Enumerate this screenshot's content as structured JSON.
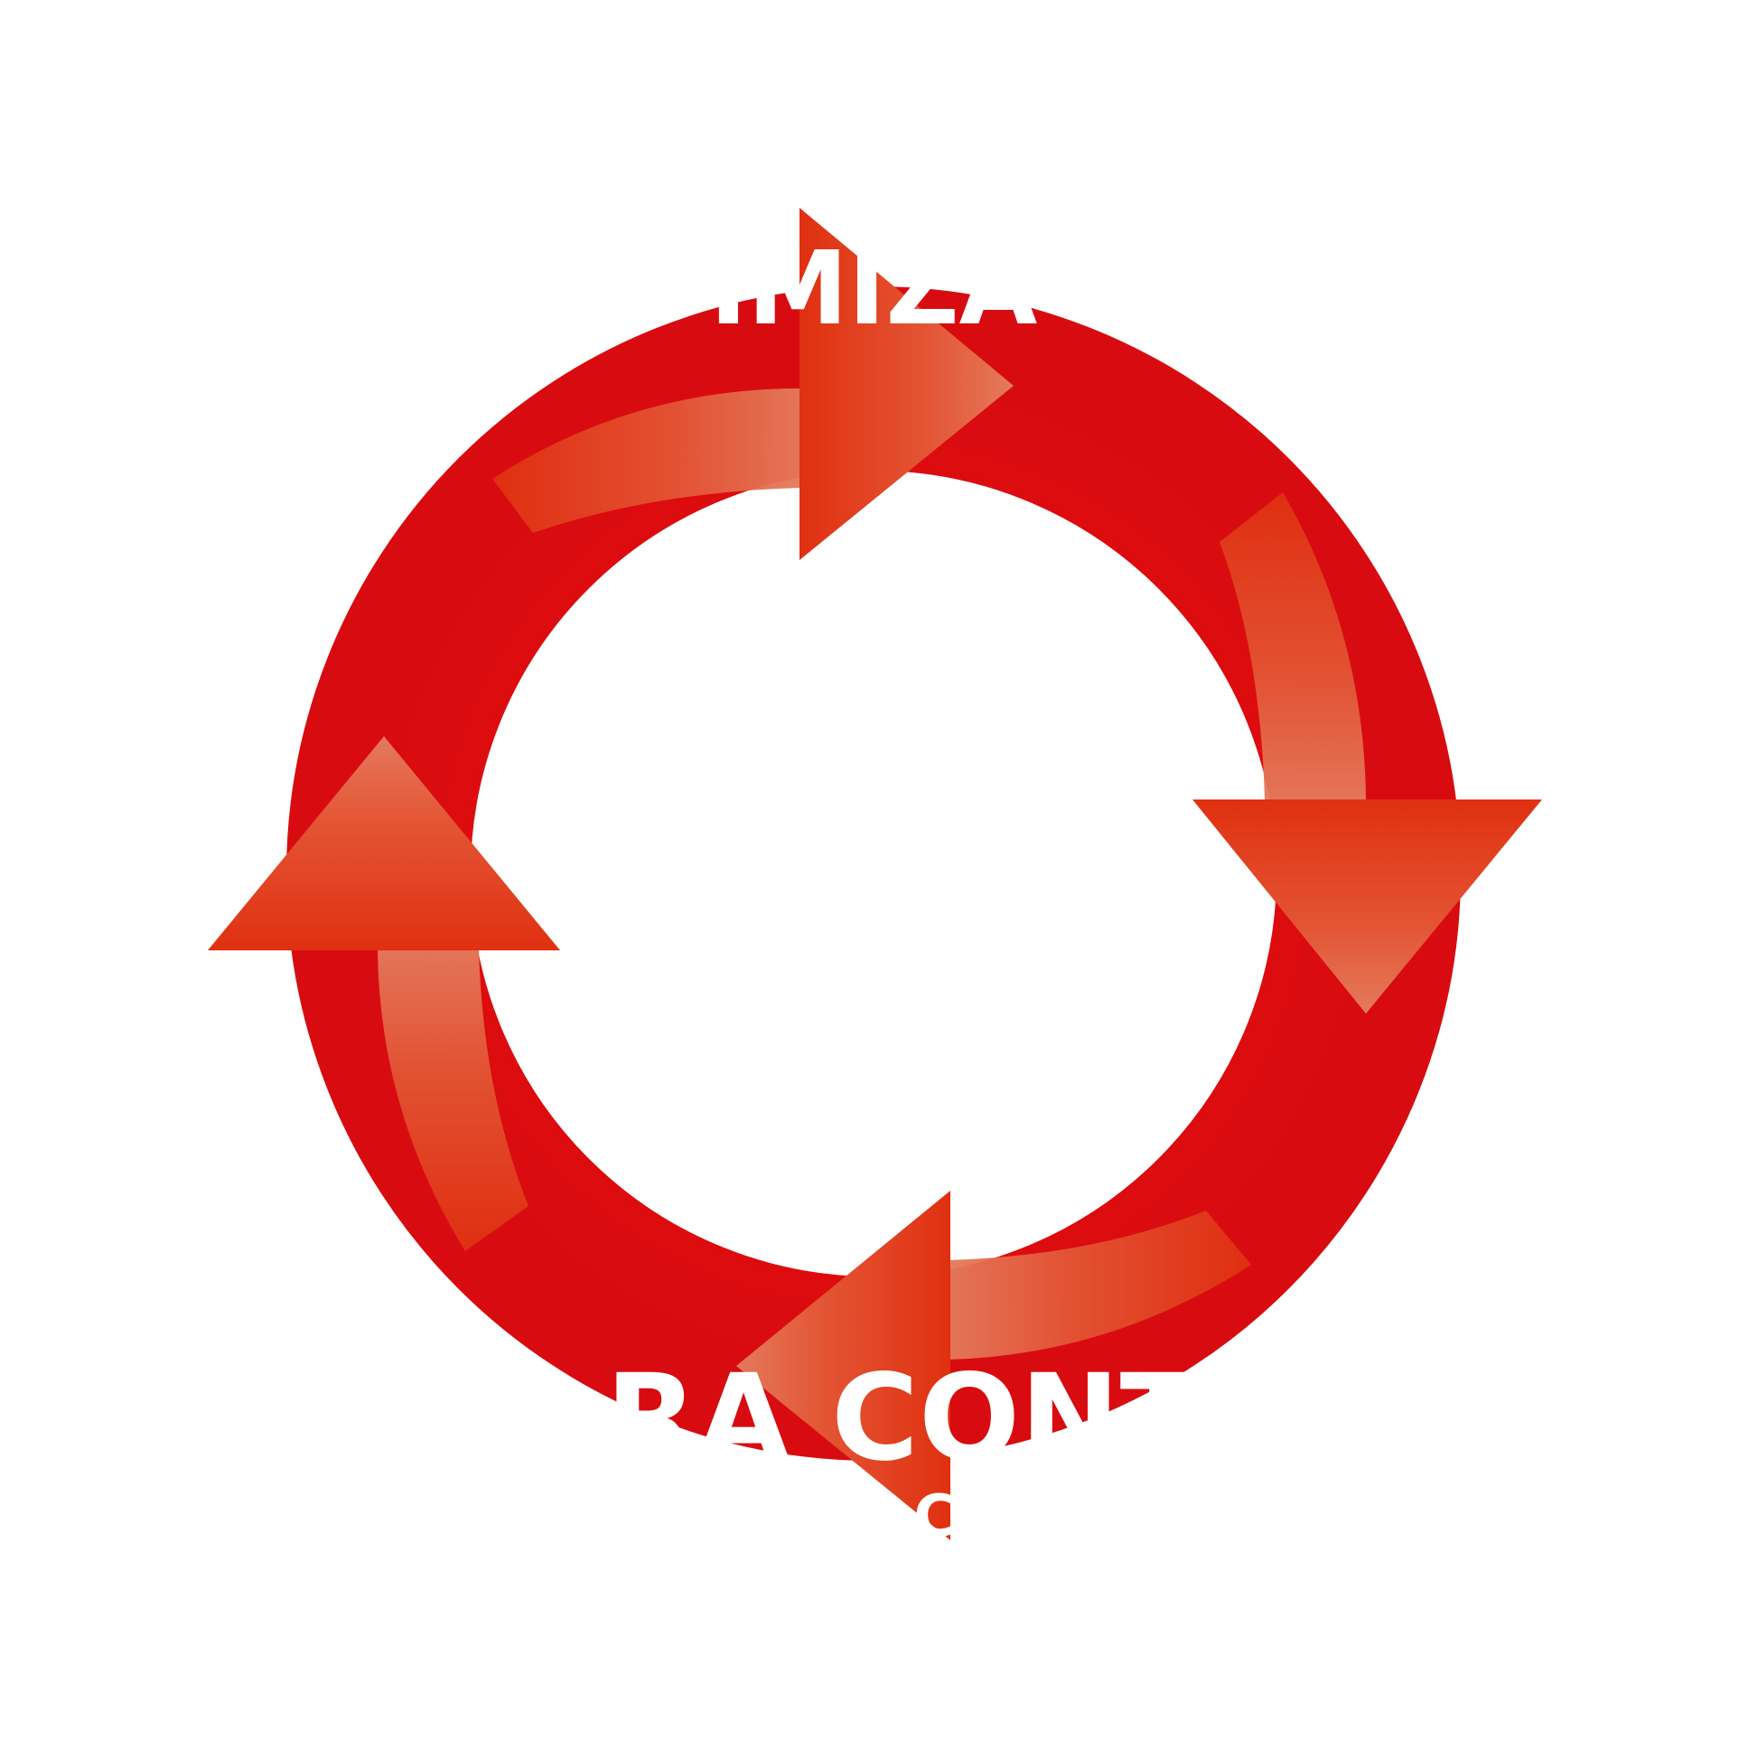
{
  "diagram": {
    "type": "cycle",
    "steps": [
      {
        "id": "top",
        "direction": "right"
      },
      {
        "id": "right",
        "direction": "down"
      },
      {
        "id": "bottom",
        "direction": "left"
      },
      {
        "id": "left",
        "direction": "up"
      }
    ],
    "labels": {
      "top": "IMIZA",
      "bottom": "RA CONT",
      "bottom_small": "C"
    },
    "colors": {
      "ring": "#e00b0e",
      "arrow_dark": "#e03a1c",
      "arrow_light": "#e47a5c",
      "text": "#ffffff",
      "background": "#ffffff"
    }
  }
}
